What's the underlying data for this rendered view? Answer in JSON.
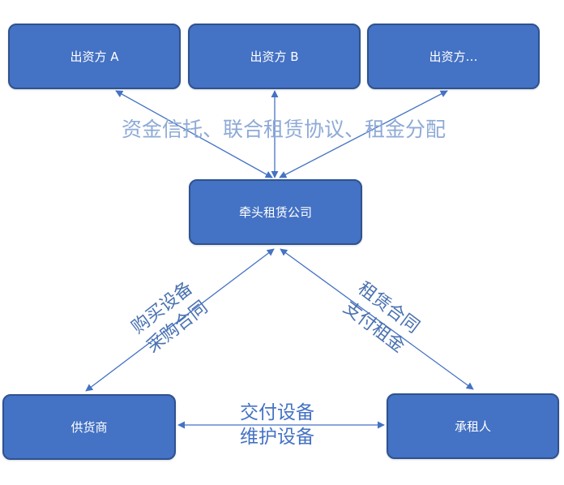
{
  "nodes": {
    "investor_a": "出资方 A",
    "investor_b": "出资方 B",
    "investor_etc": "出资方…",
    "lead_lessor": "牵头租赁公司",
    "supplier": "供货商",
    "lessee": "承租人"
  },
  "edge_labels": {
    "investors_to_lessor": "资金信托、联合租赁协议、租金分配",
    "lessor_supplier_line1": "购买设备",
    "lessor_supplier_line2": "采购合同",
    "lessor_lessee_line1": "租赁合同",
    "lessor_lessee_line2": "支付租金",
    "supplier_lessee_line1": "交付设备",
    "supplier_lessee_line2": "维护设备"
  },
  "colors": {
    "node_fill": "#4472c4",
    "node_border": "#2f528f",
    "arrow": "#4472c4",
    "label_text": "#4a72b0"
  }
}
